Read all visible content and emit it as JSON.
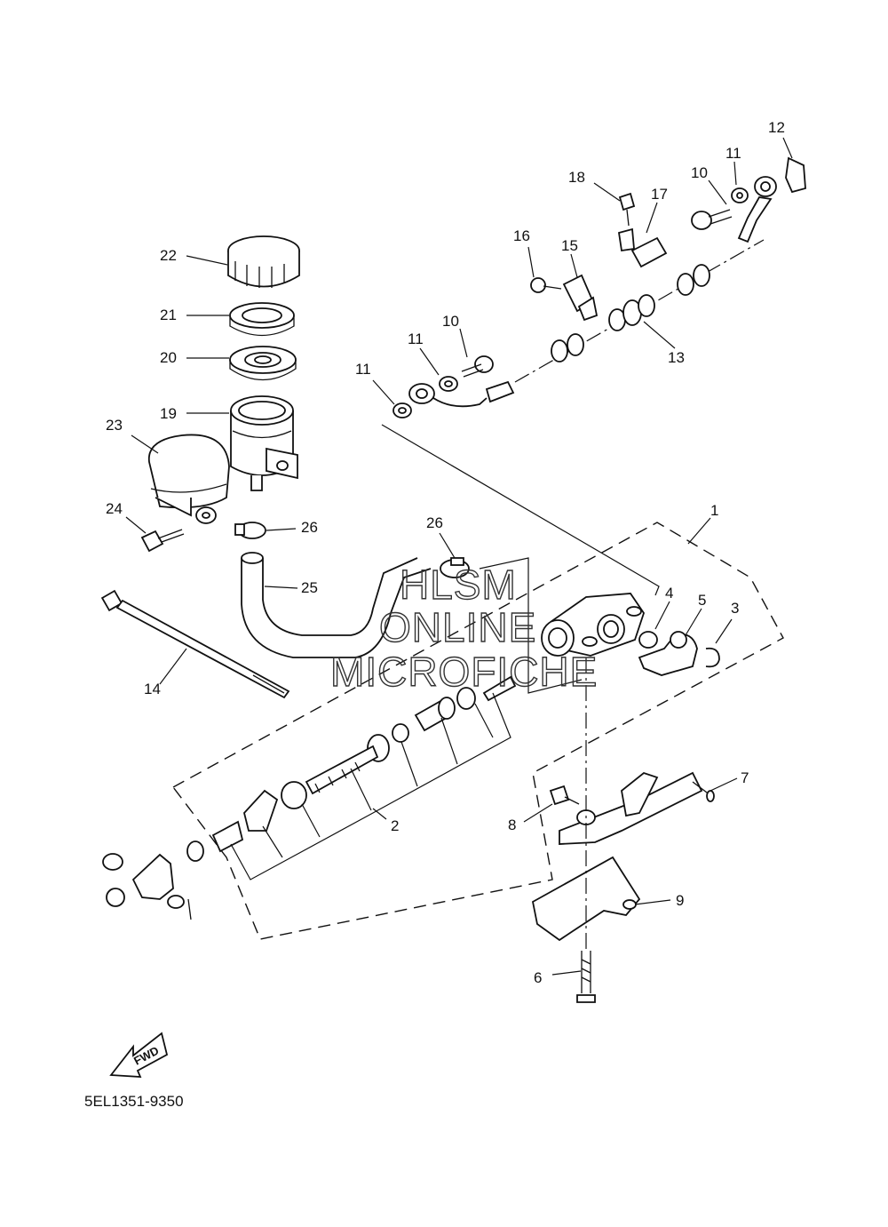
{
  "diagram_code": "5EL1351-9350",
  "fwd_label": "FWD",
  "watermark": [
    "HLSM",
    "ONLINE",
    "MICROFICHE"
  ],
  "callouts": [
    {
      "id": "c1",
      "label": "1"
    },
    {
      "id": "c2",
      "label": "2"
    },
    {
      "id": "c3",
      "label": "3"
    },
    {
      "id": "c4",
      "label": "4"
    },
    {
      "id": "c5",
      "label": "5"
    },
    {
      "id": "c6",
      "label": "6"
    },
    {
      "id": "c7",
      "label": "7"
    },
    {
      "id": "c8",
      "label": "8"
    },
    {
      "id": "c9",
      "label": "9"
    },
    {
      "id": "c10a",
      "label": "10"
    },
    {
      "id": "c10b",
      "label": "10"
    },
    {
      "id": "c11a",
      "label": "11"
    },
    {
      "id": "c11b",
      "label": "11"
    },
    {
      "id": "c11c",
      "label": "11"
    },
    {
      "id": "c12",
      "label": "12"
    },
    {
      "id": "c13",
      "label": "13"
    },
    {
      "id": "c14",
      "label": "14"
    },
    {
      "id": "c15",
      "label": "15"
    },
    {
      "id": "c16",
      "label": "16"
    },
    {
      "id": "c17",
      "label": "17"
    },
    {
      "id": "c18",
      "label": "18"
    },
    {
      "id": "c19",
      "label": "19"
    },
    {
      "id": "c20",
      "label": "20"
    },
    {
      "id": "c21",
      "label": "21"
    },
    {
      "id": "c22",
      "label": "22"
    },
    {
      "id": "c23",
      "label": "23"
    },
    {
      "id": "c24",
      "label": "24"
    },
    {
      "id": "c25",
      "label": "25"
    },
    {
      "id": "c26a",
      "label": "26"
    },
    {
      "id": "c26b",
      "label": "26"
    }
  ]
}
